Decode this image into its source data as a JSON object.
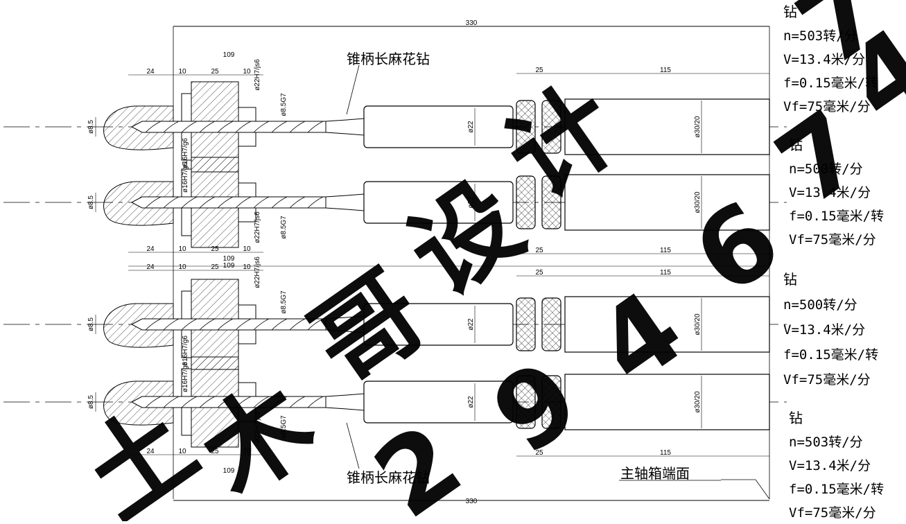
{
  "diagram": {
    "overall_length": "330",
    "overall_length_bottom": "330",
    "fixture_width": "109",
    "seg": {
      "a": "24",
      "b": "10",
      "c": "25",
      "d": "10"
    },
    "spindle": {
      "a": "25",
      "b": "115"
    },
    "fits": {
      "bushing_outer": "ø22H7/js6",
      "bushing_inner": "ø16H7/g6",
      "guide_bore": "ø8.5G7",
      "hole": "ø8.5",
      "shank": "ø22",
      "spindle_dia": "ø30/20"
    },
    "tool_label_top": "锥柄长麻花钻",
    "tool_label_bottom": "锥柄长麻花钻",
    "headstock_label": "主轴箱端面"
  },
  "spindles": [
    {
      "title": "钻",
      "n": "n=503转/分",
      "v": "V=13.4米/分",
      "f": "f=0.15毫米/转",
      "vf": "Vf=75毫米/分"
    },
    {
      "title": "钻",
      "n": "n=500转/分",
      "v": "V=13.4米/分",
      "f": "f=0.15毫米/转",
      "vf": "Vf=75毫米/分"
    },
    {
      "title": "钻",
      "n": "n=500转/分",
      "v": "V=13.4米/分",
      "f": "f=0.15毫米/转",
      "vf": "Vf=75毫米/分"
    },
    {
      "title": "钻",
      "n": "n=503转/分",
      "v": "V=13.4米/分",
      "f": "f=0.15毫米/转",
      "vf": "Vf=75毫米/分"
    }
  ],
  "watermark": {
    "text": "土木哥设计 2946747",
    "color": "#ff0000"
  }
}
